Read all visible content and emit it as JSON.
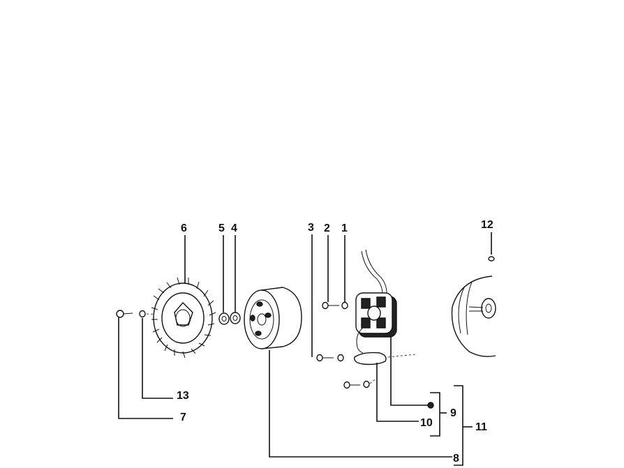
{
  "callouts": {
    "c1": "1",
    "c2": "2",
    "c3": "3",
    "c4": "4",
    "c5": "5",
    "c6": "6",
    "c7": "7",
    "c8": "8",
    "c9": "9",
    "c10": "10",
    "c11": "11",
    "c12": "12",
    "c13": "13"
  },
  "parts": [
    {
      "ref": "1",
      "name": "washer-icon"
    },
    {
      "ref": "2",
      "name": "screw-icon"
    },
    {
      "ref": "3",
      "name": "screw-icon"
    },
    {
      "ref": "4",
      "name": "washer-icon"
    },
    {
      "ref": "5",
      "name": "nut-icon"
    },
    {
      "ref": "6",
      "name": "flywheel-fan-icon"
    },
    {
      "ref": "7",
      "name": "screw-icon"
    },
    {
      "ref": "8",
      "name": "flywheel-rotor-icon"
    },
    {
      "ref": "9",
      "name": "clip-icon"
    },
    {
      "ref": "10",
      "name": "pickup-coil-icon"
    },
    {
      "ref": "11",
      "name": "stator-icon"
    },
    {
      "ref": "12",
      "name": "key-icon"
    },
    {
      "ref": "13",
      "name": "washer-icon"
    }
  ]
}
